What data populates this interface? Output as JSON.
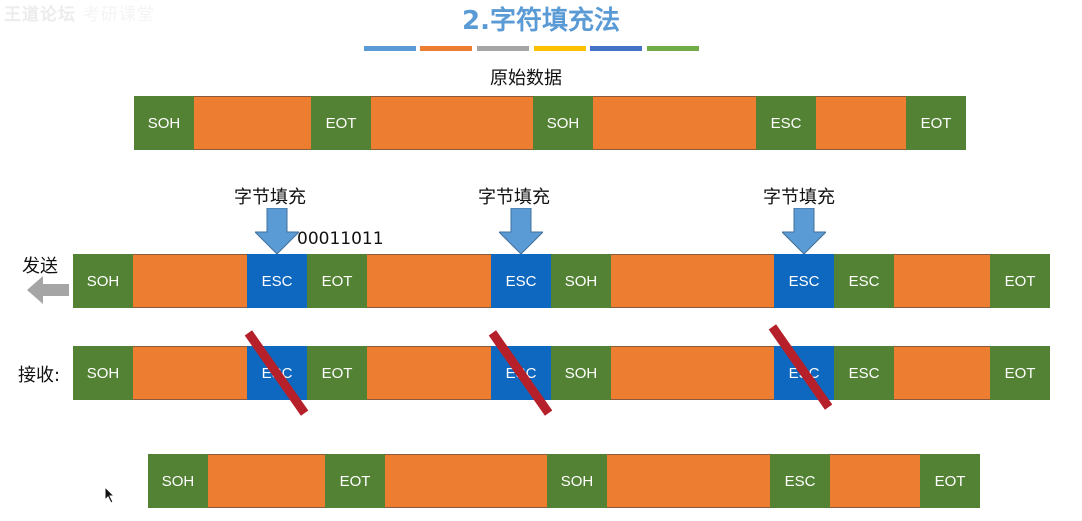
{
  "watermark": {
    "brand": "王道论坛",
    "sub": "考研课堂"
  },
  "title": "2.字符填充法",
  "colorbar": [
    "#5b9bd5",
    "#ed7d31",
    "#a5a5a5",
    "#ffc000",
    "#4472c4",
    "#70ad47"
  ],
  "labels": {
    "original": "原始数据",
    "stuff": "字节填充",
    "binary": "00011011",
    "send": "发送",
    "receive": "接收:"
  },
  "frames": {
    "original": [
      "SOH",
      "EOT",
      "SOH",
      "ESC",
      "EOT"
    ],
    "sent": [
      "SOH",
      "ESC",
      "EOT",
      "ESC",
      "SOH",
      "ESC",
      "ESC",
      "EOT"
    ],
    "received": [
      "SOH",
      "ESC",
      "EOT",
      "ESC",
      "SOH",
      "ESC",
      "ESC",
      "EOT"
    ],
    "result": [
      "SOH",
      "EOT",
      "SOH",
      "ESC",
      "EOT"
    ]
  },
  "colors": {
    "orange": "#ed7d31",
    "green": "#548235",
    "blue": "#0f68bf",
    "red": "#b5202a",
    "arrow": "#5b9bd5"
  }
}
